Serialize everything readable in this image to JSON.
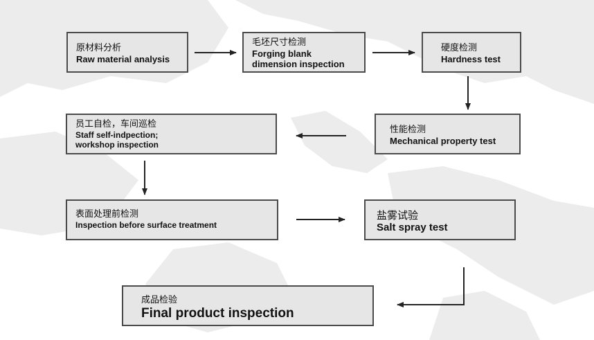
{
  "steps": {
    "raw": {
      "zh": "原材料分析",
      "en": "Raw material analysis"
    },
    "forging": {
      "zh": "毛坯尺寸检测",
      "en": "Forging blank",
      "en2": "dimension inspection"
    },
    "hardness": {
      "zh": "硬度检测",
      "en": "Hardness test"
    },
    "mechanical": {
      "zh": "性能检测",
      "en": "Mechanical property test"
    },
    "staff": {
      "zh": "员工自检，车间巡检",
      "en": "Staff self-indpection;",
      "en2": "workshop inspection"
    },
    "surface": {
      "zh": "表面处理前检测",
      "en": "Inspection before surface treatment"
    },
    "salt": {
      "zh": "盐雾试验",
      "en": "Salt spray test"
    },
    "final": {
      "zh": "成品检验",
      "en": "Final product inspection"
    }
  },
  "colors": {
    "box_fill": "#e6e6e6",
    "box_border": "#4a4a4a",
    "arrow": "#222222",
    "map_land": "#e9e9e9"
  }
}
